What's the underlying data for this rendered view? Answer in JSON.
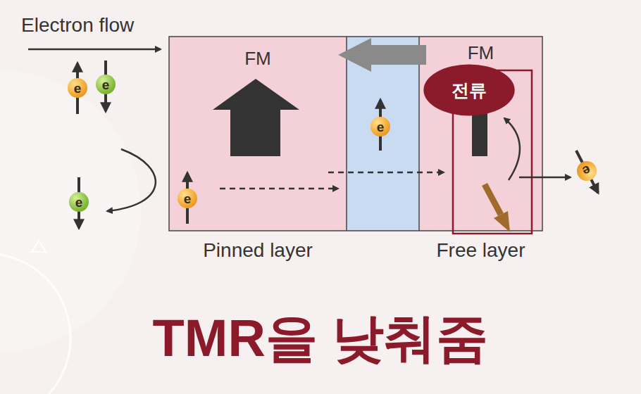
{
  "diagram": {
    "title": "TMR을 낮춰줌",
    "nodes": [
      {
        "text": [
          "FM",
          "Pinned layer"
        ]
      },
      {
        "text": [
          "e"
        ],
        "in": 0
      },
      {
        "text": [
          "e"
        ]
      },
      {
        "text": [
          "FM",
          "Free layer"
        ]
      },
      {
        "text": [
          "전류"
        ],
        "in": 3
      },
      {
        "text": [
          "e"
        ]
      },
      {
        "text": [
          "e"
        ]
      },
      {
        "text": [
          "e"
        ]
      },
      {
        "text": [
          "e"
        ]
      }
    ],
    "labels": [
      "Electron flow"
    ]
  }
}
